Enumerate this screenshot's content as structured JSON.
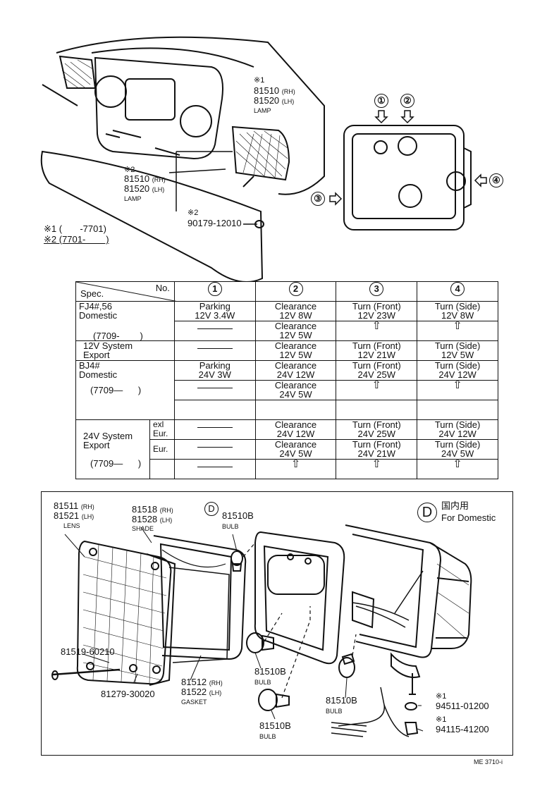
{
  "top": {
    "note1_mark": "※1",
    "lamp_right": {
      "pn1": "81510",
      "pn1_side": "(RH)",
      "pn2": "81520",
      "pn2_side": "(LH)",
      "name": "LAMP"
    },
    "note2_mark": "※2",
    "lamp_left": {
      "pn1": "81510",
      "pn1_side": "(RH)",
      "pn2": "81520",
      "pn2_side": "(LH)",
      "name": "LAMP"
    },
    "screw_mark": "※2",
    "screw_pn": "90179-12010",
    "footnote1": "※1 (       -7701)",
    "footnote2": "※2 (7701-        )",
    "bulb_positions": [
      "①",
      "②",
      "③",
      "④"
    ]
  },
  "spec_table": {
    "header_spec": "Spec.",
    "header_no": "No.",
    "col_nums": [
      "1",
      "2",
      "3",
      "4"
    ],
    "rows": [
      {
        "spec": "FJ4#,56\nDomestic",
        "c1": "Parking\n12V 3.4W",
        "c2": "Clearance\n12V 8W",
        "c3": "Turn (Front)\n12V 23W",
        "c4": "Turn (Side)\n12V 8W"
      },
      {
        "spec": "(7709-        )",
        "c1": "",
        "c2": "Clearance\n12V 5W",
        "c3": "⇧",
        "c4": "⇧"
      },
      {
        "spec": "12V System\nExport",
        "c1": "",
        "c2": "Clearance\n12V 5W",
        "c3": "Turn (Front)\n12V 21W",
        "c4": "Turn (Side)\n12V 5W"
      },
      {
        "spec": "BJ4#\nDomestic",
        "c1": "Parking\n24V 3W",
        "c2": "Clearance\n24V 12W",
        "c3": "Turn (Front)\n24V 25W",
        "c4": "Turn (Side)\n24V 12W"
      },
      {
        "spec": "(7709—      )",
        "c1": "",
        "c2": "Clearance\n24V 5W",
        "c3": "⇧",
        "c4": "⇧"
      },
      {
        "spec": "",
        "c1": "",
        "c2": "",
        "c3": "",
        "c4": ""
      },
      {
        "spec": "24V System\nExport",
        "sub": "exl\nEur.",
        "c1": "",
        "c2": "Clearance\n24V 12W",
        "c3": "Turn (Front)\n24V 25W",
        "c4": "Turn (Side)\n24V 12W"
      },
      {
        "spec": "",
        "sub": "Eur.",
        "c1": "",
        "c2": "Clearance\n24V 5W",
        "c3": "Turn (Front)\n24V 21W",
        "c4": "Turn (Side)\n24V 5W"
      },
      {
        "spec": "(7709—      )",
        "sub": "",
        "c1": "",
        "c2": "⇧",
        "c3": "⇧",
        "c4": "⇧"
      }
    ]
  },
  "exploded": {
    "lens": {
      "pn1": "81511",
      "pn1_side": "(RH)",
      "pn2": "81521",
      "pn2_side": "(LH)",
      "name": "LENS"
    },
    "shade": {
      "pn1": "81518",
      "pn1_side": "(RH)",
      "pn2": "81528",
      "pn2_side": "(LH)",
      "name": "SHADE"
    },
    "d_mark": "D",
    "bulb_top": {
      "pn": "81510B",
      "name": "BULB"
    },
    "domestic_mark": "D",
    "domestic_jp": "国内用",
    "domestic_en": "For Domestic",
    "screw": "81519-60210",
    "washer": "81279-30020",
    "gasket": {
      "pn1": "81512",
      "pn1_side": "(RH)",
      "pn2": "81522",
      "pn2_side": "(LH)",
      "name": "GASKET"
    },
    "bulb_mid": {
      "pn": "81510B",
      "name": "BULB"
    },
    "bulb_low": {
      "pn": "81510B",
      "name": "BULB"
    },
    "bulb_right": {
      "pn": "81510B",
      "name": "BULB"
    },
    "part1_mark": "※1",
    "part1_pn": "94511-01200",
    "part2_mark": "※1",
    "part2_pn": "94115-41200"
  },
  "footer_code": "ME 3710-i"
}
